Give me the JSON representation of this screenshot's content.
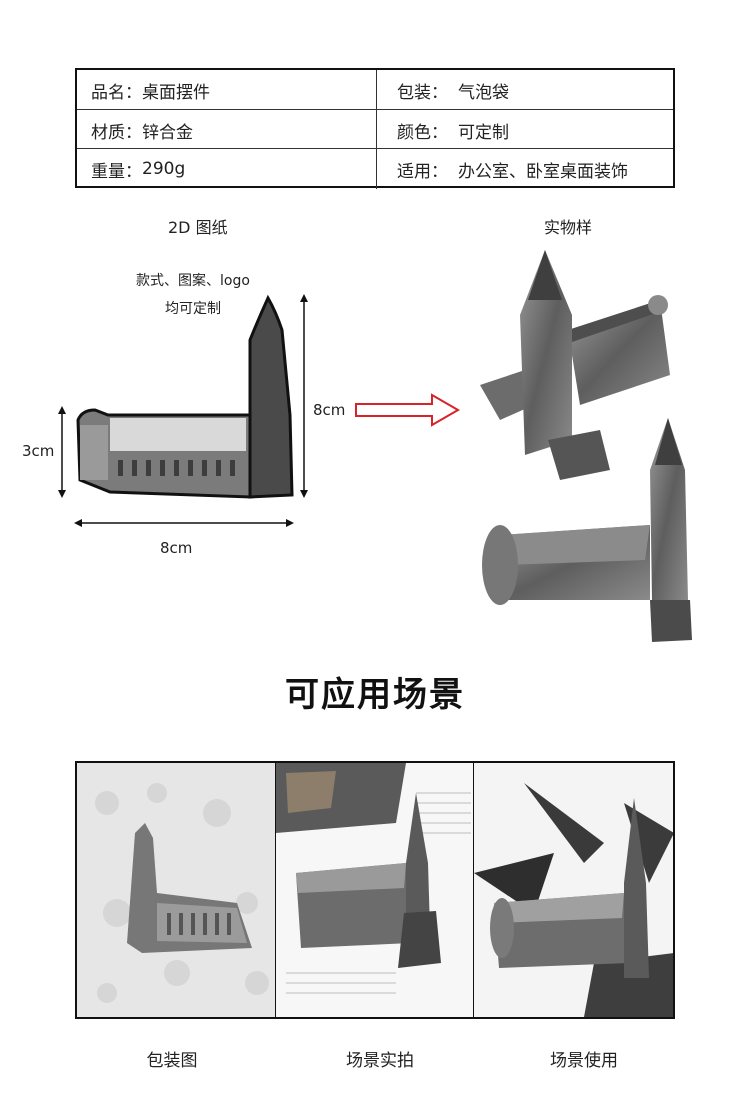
{
  "spec": {
    "rows": [
      {
        "left_key": "品名：",
        "left_val": "桌面摆件",
        "right_key": "包装：",
        "right_val": "气泡袋"
      },
      {
        "left_key": "材质：",
        "left_val": "锌合金",
        "right_key": "颜色：",
        "right_val": "可定制"
      },
      {
        "left_key": "重量：",
        "left_val": "290g",
        "right_key": "适用：",
        "right_val": "办公室、卧室桌面装饰"
      }
    ]
  },
  "drawing": {
    "title": "2D 图纸",
    "note_line1": "款式、图案、logo",
    "note_line2": "均可定制",
    "height_label": "3cm",
    "tower_label": "8cm",
    "width_label": "8cm"
  },
  "sample": {
    "title": "实物样"
  },
  "scenes": {
    "title": "可应用场景",
    "captions": [
      "包装图",
      "场景实拍",
      "场景使用"
    ]
  },
  "colors": {
    "metal_dark": "#4a4a4a",
    "metal_mid": "#7b7b7b",
    "metal_light": "#c9c9c9",
    "arrow_red": "#d8232a"
  }
}
